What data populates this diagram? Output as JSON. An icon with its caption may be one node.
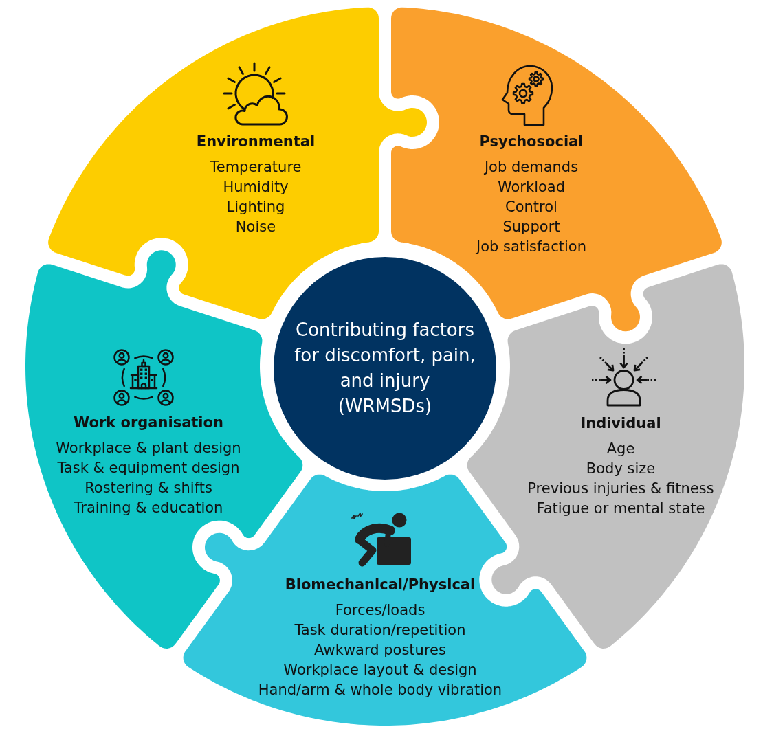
{
  "diagram": {
    "nodes": [
      {
        "text": [
          "Environmental",
          "Temperature",
          "Humidity",
          "Lighting",
          "Noise"
        ]
      },
      {
        "text": [
          "Psychosocial",
          "Job demands",
          "Workload",
          "Control",
          "Support",
          "Job satisfaction"
        ]
      },
      {
        "text": [
          "Contributing factors for discomfort, pain, and injury (WRMSDs)"
        ]
      },
      {
        "text": [
          "Work organisation",
          "Workplace & plant design",
          "Task & equipment design",
          "Rostering & shifts",
          "Training & education"
        ]
      },
      {
        "text": [
          "Individual",
          "Age",
          "Body size",
          "Previous injuries & fitness",
          "Fatigue or mental state"
        ]
      },
      {
        "text": [
          "Biomechanical/Physical",
          "Forces/loads",
          "Task duration/repetition",
          "Awkward postures",
          "Workplace layout & design",
          "Hand/arm & whole body vibration"
        ]
      }
    ]
  }
}
